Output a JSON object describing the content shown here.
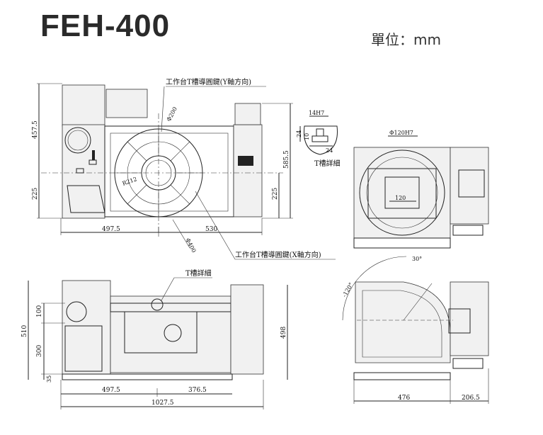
{
  "header": {
    "model": "FEH-400",
    "unit": "單位：mm"
  },
  "callouts": {
    "y_slot": "工作台T槽導圓鍵(Y軸方向)",
    "x_slot": "工作台T槽導圓鍵(X軸方向)",
    "t_slot_detail_top": "T槽詳細",
    "t_slot_detail_front": "T槽詳細"
  },
  "dims_top": {
    "left_upper": "457.5",
    "left_lower": "225",
    "right_total": "585.5",
    "right_lower": "225",
    "bottom_left": "497.5",
    "bottom_right": "530",
    "dia_200": "Φ200",
    "r_212": "R212",
    "dia_400": "Φ400"
  },
  "dims_tslot": {
    "width_top": "14H7",
    "depth1": "24",
    "depth2": "10",
    "width_bottom": "24"
  },
  "dims_section": {
    "bore": "Φ120H7",
    "inner": "120"
  },
  "dims_front": {
    "height_total": "510",
    "height_upper": "100",
    "height_mid": "300",
    "height_base": "35",
    "height_right": "498",
    "bottom_left": "497.5",
    "bottom_right": "376.5",
    "overall": "1027.5"
  },
  "dims_side": {
    "tilt_pos": "30°",
    "tilt_neg": "-120°",
    "bottom_left": "476",
    "bottom_right": "206.5"
  }
}
